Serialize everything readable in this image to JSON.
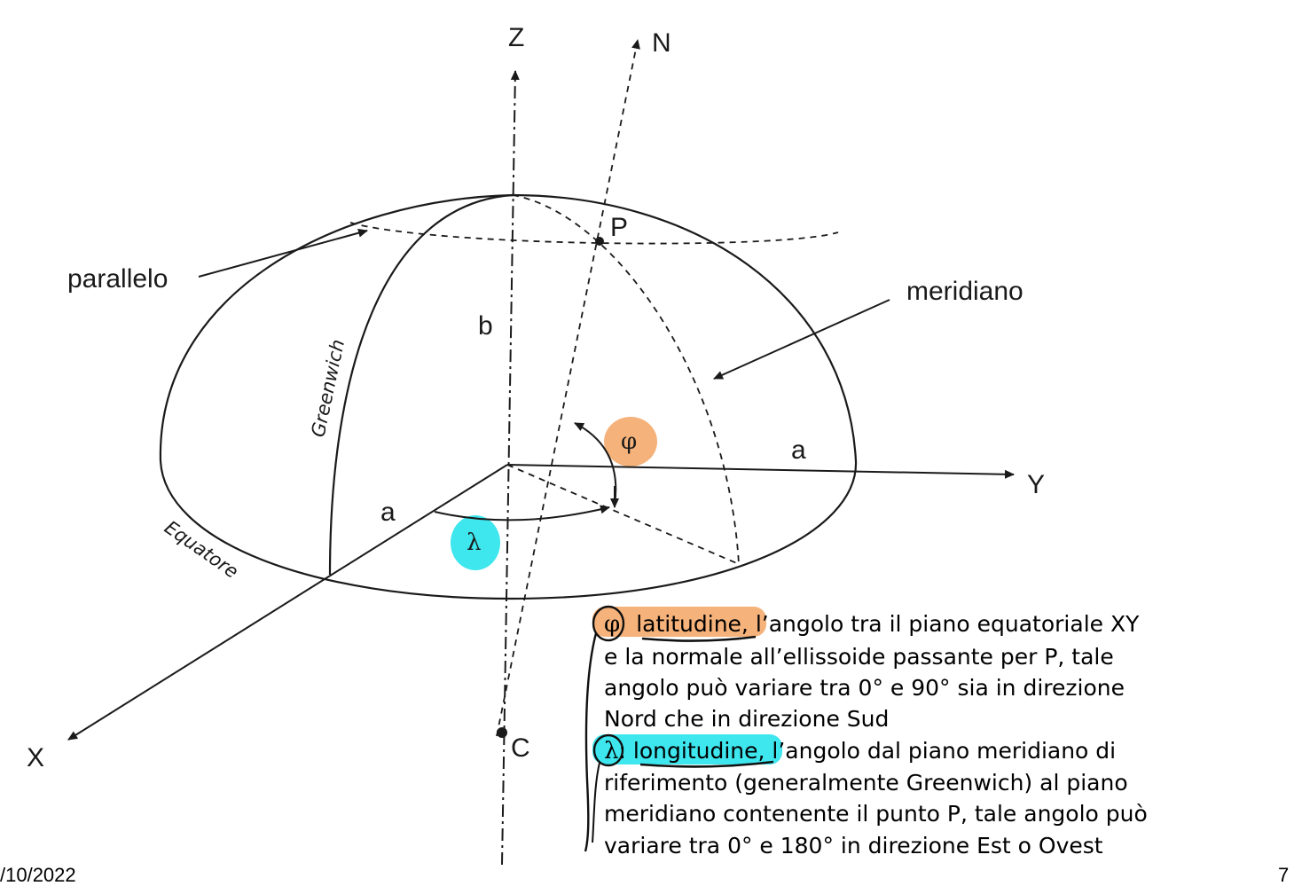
{
  "axes": {
    "z": "Z",
    "n": "N",
    "y": "Y",
    "x": "X"
  },
  "points": {
    "p": "P",
    "c": "C"
  },
  "semi_axes": {
    "b": "b",
    "a_x": "a",
    "a_y": "a"
  },
  "curves": {
    "parallel": "parallelo",
    "meridian": "meridiano",
    "greenwich": "Greenwich",
    "equator": "Equatore"
  },
  "symbols": {
    "phi": "φ",
    "lambda": "λ"
  },
  "definitions": {
    "lat_symbol": "φ",
    "lat_term": "latitudine",
    "lat_lines": [
      ", l’angolo tra il piano equatoriale XY",
      "e la normale all’ellissoide passante per P, tale",
      "angolo può variare tra 0° e 90° sia in direzione",
      "Nord che in direzione Sud"
    ],
    "lon_symbol": "λ",
    "lon_sep": ":",
    "lon_term": "longitudine",
    "lon_lines": [
      ", l’angolo dal piano meridiano di",
      "riferimento (generalmente Greenwich) al piano",
      "meridiano contenente il punto P, tale angolo può",
      "variare tra 0° e 180° in direzione Est o Ovest"
    ]
  },
  "footer": {
    "date": "/10/2022",
    "page": "7"
  },
  "colors": {
    "phi_highlight": "#f5b27a",
    "lambda_highlight": "#3ee6ee",
    "ink": "#1a1a1a"
  }
}
